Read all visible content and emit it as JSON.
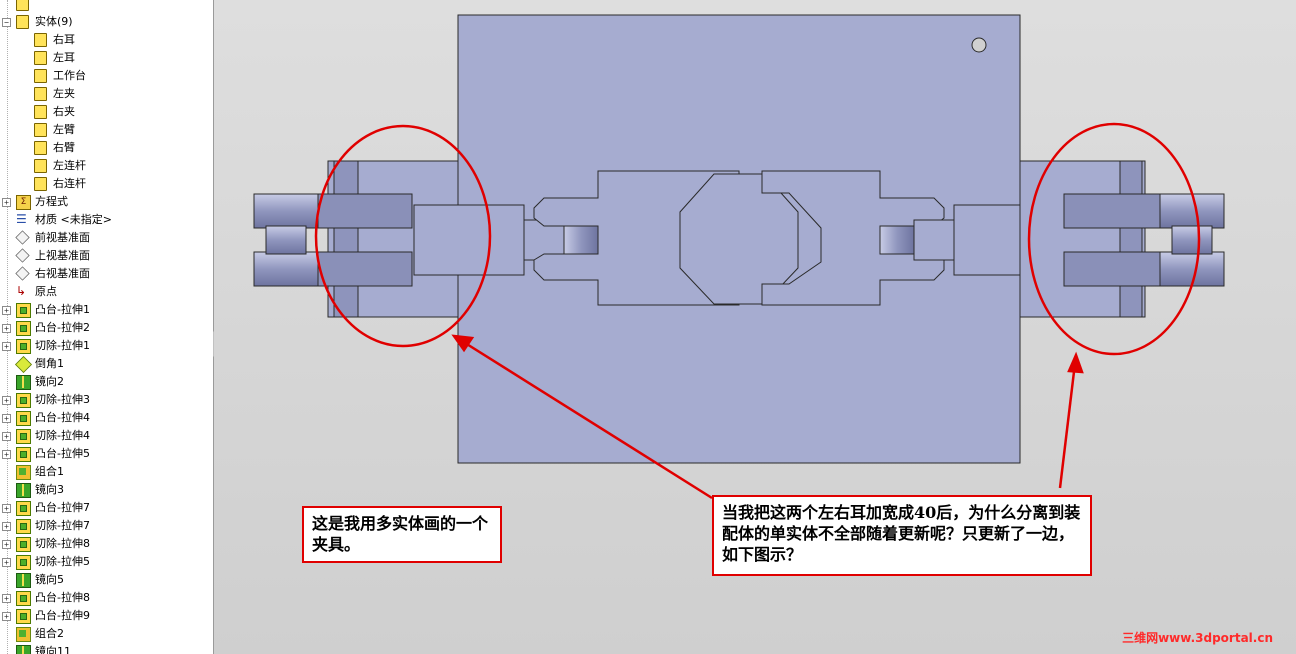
{
  "feature_tree": {
    "items": [
      {
        "label": "",
        "icon": "folder-icon",
        "expander": "",
        "indent": 1
      },
      {
        "label": "实体(9)",
        "icon": "folder-icon",
        "expander": "−",
        "indent": 0
      },
      {
        "label": "右耳",
        "icon": "body-folder-icon",
        "expander": "",
        "indent": 2
      },
      {
        "label": "左耳",
        "icon": "body-folder-icon",
        "expander": "",
        "indent": 2
      },
      {
        "label": "工作台",
        "icon": "body-folder-icon",
        "expander": "",
        "indent": 2
      },
      {
        "label": "左夹",
        "icon": "body-folder-icon",
        "expander": "",
        "indent": 2
      },
      {
        "label": "右夹",
        "icon": "body-folder-icon",
        "expander": "",
        "indent": 2
      },
      {
        "label": "左臂",
        "icon": "body-folder-icon",
        "expander": "",
        "indent": 2
      },
      {
        "label": "右臂",
        "icon": "body-folder-icon",
        "expander": "",
        "indent": 2
      },
      {
        "label": "左连杆",
        "icon": "body-folder-icon",
        "expander": "",
        "indent": 2
      },
      {
        "label": "右连杆",
        "icon": "body-folder-icon",
        "expander": "",
        "indent": 2
      },
      {
        "label": "方程式",
        "icon": "equation-icon",
        "expander": "+",
        "indent": 1
      },
      {
        "label": "材质 <未指定>",
        "icon": "material-icon",
        "expander": "",
        "indent": 1
      },
      {
        "label": "前视基准面",
        "icon": "plane-icon",
        "expander": "",
        "indent": 1
      },
      {
        "label": "上视基准面",
        "icon": "plane-icon",
        "expander": "",
        "indent": 1
      },
      {
        "label": "右视基准面",
        "icon": "plane-icon",
        "expander": "",
        "indent": 1
      },
      {
        "label": "原点",
        "icon": "origin-icon",
        "expander": "",
        "indent": 1
      },
      {
        "label": "凸台-拉伸1",
        "icon": "extrude-icon",
        "expander": "+",
        "indent": 1
      },
      {
        "label": "凸台-拉伸2",
        "icon": "extrude-icon",
        "expander": "+",
        "indent": 1
      },
      {
        "label": "切除-拉伸1",
        "icon": "cut-extrude-icon",
        "expander": "+",
        "indent": 1
      },
      {
        "label": "倒角1",
        "icon": "chamfer-icon",
        "expander": "",
        "indent": 1
      },
      {
        "label": "镜向2",
        "icon": "mirror-icon",
        "expander": "",
        "indent": 1
      },
      {
        "label": "切除-拉伸3",
        "icon": "cut-extrude-icon",
        "expander": "+",
        "indent": 1
      },
      {
        "label": "凸台-拉伸4",
        "icon": "extrude-icon",
        "expander": "+",
        "indent": 1
      },
      {
        "label": "切除-拉伸4",
        "icon": "cut-extrude-icon",
        "expander": "+",
        "indent": 1
      },
      {
        "label": "凸台-拉伸5",
        "icon": "extrude-icon",
        "expander": "+",
        "indent": 1
      },
      {
        "label": "组合1",
        "icon": "combine-icon",
        "expander": "",
        "indent": 1
      },
      {
        "label": "镜向3",
        "icon": "mirror-icon",
        "expander": "",
        "indent": 1
      },
      {
        "label": "凸台-拉伸7",
        "icon": "extrude-icon",
        "expander": "+",
        "indent": 1
      },
      {
        "label": "切除-拉伸7",
        "icon": "cut-extrude-icon",
        "expander": "+",
        "indent": 1
      },
      {
        "label": "切除-拉伸8",
        "icon": "cut-extrude-icon",
        "expander": "+",
        "indent": 1
      },
      {
        "label": "切除-拉伸5",
        "icon": "cut-extrude-icon",
        "expander": "+",
        "indent": 1
      },
      {
        "label": "镜向5",
        "icon": "mirror-icon",
        "expander": "",
        "indent": 1
      },
      {
        "label": "凸台-拉伸8",
        "icon": "extrude-icon",
        "expander": "+",
        "indent": 1
      },
      {
        "label": "凸台-拉伸9",
        "icon": "extrude-icon",
        "expander": "+",
        "indent": 1
      },
      {
        "label": "组合2",
        "icon": "combine-icon",
        "expander": "",
        "indent": 1
      },
      {
        "label": "镜向11",
        "icon": "mirror-icon",
        "expander": "",
        "indent": 1
      }
    ]
  },
  "annotations": {
    "left_callout": "这是我用多实体画的一个夹具。",
    "right_callout": "当我把这两个左右耳加宽成40后，为什么分离到装配体的单实体不全部随着更新呢？只更新了一边，如下图示？"
  },
  "watermark": "三维网www.3dportal.cn",
  "colors": {
    "part_fill": "#a6acd0",
    "part_edge": "#2a2a2a",
    "cylinder_fill": "#8e94bc",
    "annotation_red": "#e00000",
    "viewport_bg": "#d6d6d6"
  }
}
